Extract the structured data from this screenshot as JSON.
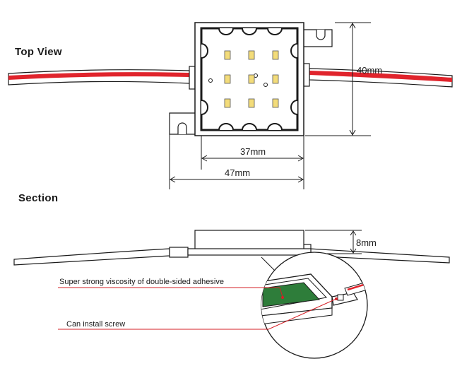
{
  "labels": {
    "top_view": "Top View",
    "section": "Section"
  },
  "dimensions": {
    "height": "40mm",
    "inner_width": "37mm",
    "outer_width": "47mm",
    "thickness": "8mm"
  },
  "callouts": {
    "adhesive": "Super strong viscosity of double-sided adhesive",
    "screw": "Can install screw"
  },
  "colors": {
    "wire_red": "#e0242c",
    "adhesive_green": "#2e7d3a",
    "led_yellow": "#f3dc7a",
    "callout_red": "#d61f26",
    "line": "#1a1a1a"
  },
  "led_count": 9
}
